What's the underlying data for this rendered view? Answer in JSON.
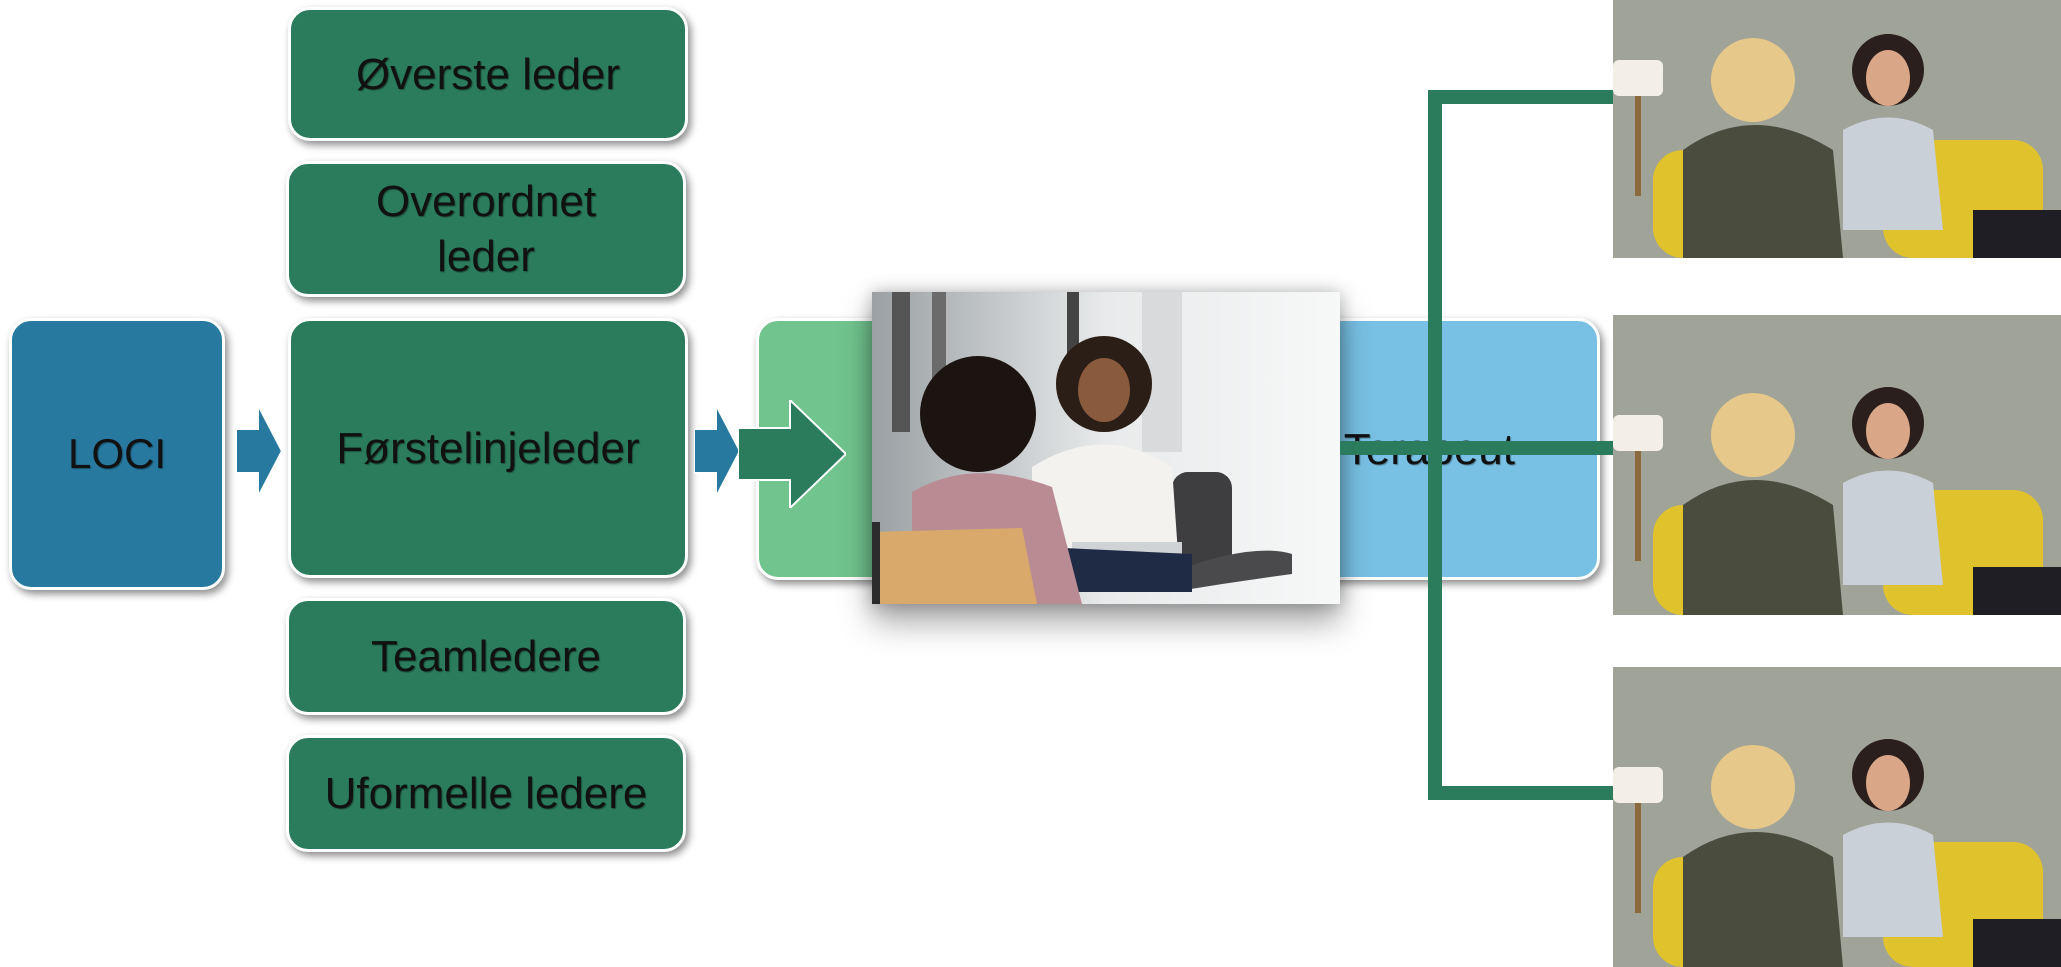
{
  "diagram": {
    "loci": "LOCI",
    "leaders": {
      "top": "Øverste leder",
      "superior": "Overordnet leder",
      "first_line": "Førstelinjeleder",
      "team": "Teamledere",
      "informal": "Uformelle ledere"
    },
    "therapist": "Terapeut",
    "photos": {
      "center": "counseling-session-photo",
      "right": [
        "therapy-session-photo",
        "therapy-session-photo",
        "therapy-session-photo"
      ]
    },
    "colors": {
      "dark_green": "#2a7c5c",
      "blue": "#2779a0",
      "light_green": "#71c48e",
      "light_blue": "#78c1e4"
    }
  }
}
